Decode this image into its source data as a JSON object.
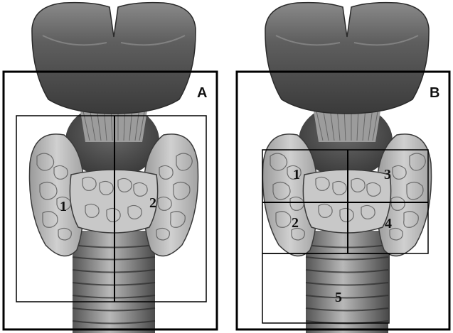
{
  "panels": [
    {
      "letter": "A",
      "regions": [
        {
          "label": "1"
        },
        {
          "label": "2"
        }
      ]
    },
    {
      "letter": "B",
      "regions": [
        {
          "label": "1"
        },
        {
          "label": "3"
        },
        {
          "label": "2"
        },
        {
          "label": "4"
        },
        {
          "label": "5"
        }
      ]
    }
  ]
}
